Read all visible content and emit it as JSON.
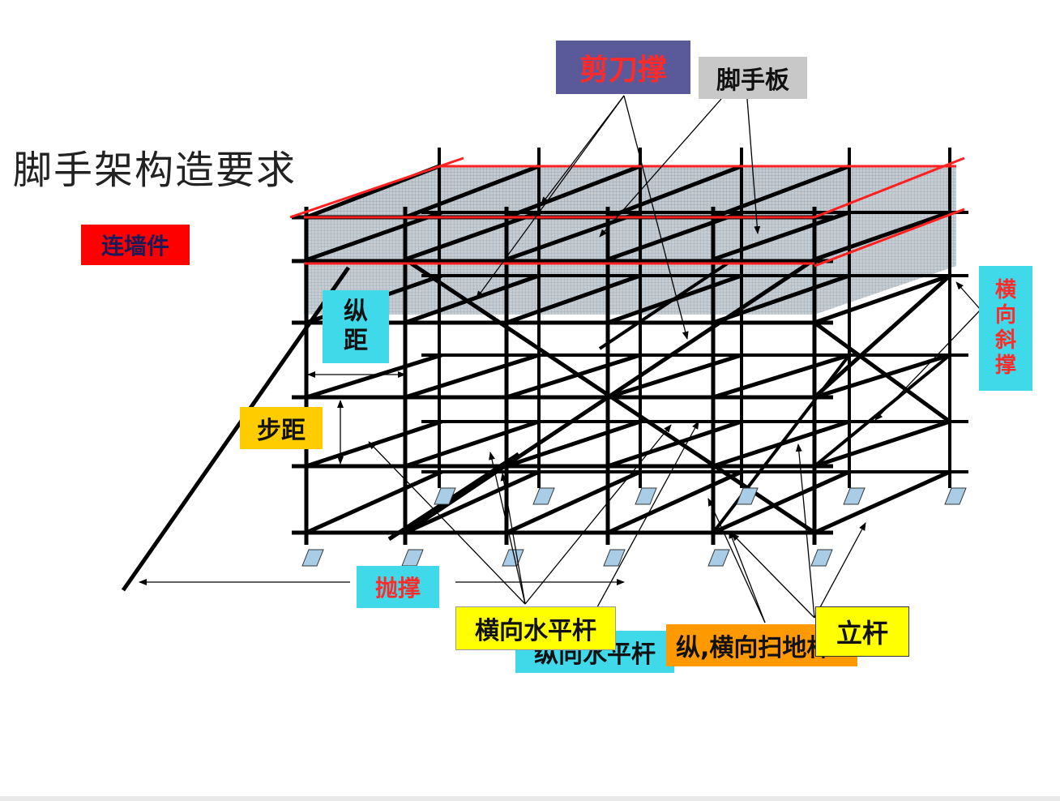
{
  "title": "脚手架构造要求",
  "labels": {
    "scissor_brace": "剪刀撑",
    "scaffold_board": "脚手板",
    "wall_tie": "连墙件",
    "longitudinal_spacing": "纵\n距",
    "step_distance": "步距",
    "transverse_diagonal": "横\n向\n斜\n撑",
    "throw_brace": "抛撑",
    "transverse_ledger": "横向水平杆",
    "longitudinal_ledger": "纵向水平杆",
    "sweep_rod": "纵,横向扫地杆",
    "upright": "立杆"
  },
  "colors": {
    "red_label": "#ff0000",
    "navy_label": "#5a5a9a",
    "gray_label": "#c8c8c8",
    "cyan_label": "#3fd9e9",
    "yellow_label": "#ffff00",
    "gold_label": "#ffcc00",
    "orange_label": "#ff9900",
    "pipe": "#000000",
    "edge_red": "#ff2020"
  }
}
